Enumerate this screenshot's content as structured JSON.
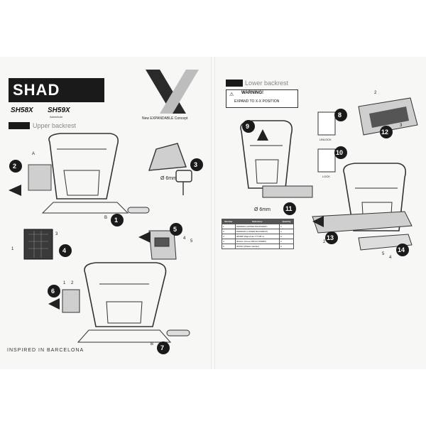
{
  "brand": {
    "logo": "SHAD",
    "model_a": "SH58X",
    "model_b": "SH59X",
    "model_b_sub": "Adventure",
    "concept": "New EXPANDABLE Concept"
  },
  "sections": {
    "upper": "Upper backrest",
    "lower": "Lower backrest"
  },
  "warning": {
    "title": "WARNING!",
    "text": "EXPAND TO X-X POSITION"
  },
  "dimensions": {
    "d1": "Ø 6mm",
    "d2": "Ø 6mm"
  },
  "locks": {
    "unlock": "UNLOCK",
    "lock": "LOCK"
  },
  "footer": "INSPIRED IN BARCELONA",
  "steps": [
    "1",
    "2",
    "3",
    "4",
    "5",
    "6",
    "7",
    "8",
    "9",
    "10",
    "11",
    "12",
    "13",
    "14"
  ],
  "callouts": {
    "A": "A",
    "B": "B",
    "n1": "1",
    "n2": "2",
    "n3": "3",
    "n4": "4",
    "n5": "5"
  },
  "parts_table": {
    "headers": [
      "Number",
      "Reference",
      "Quantity"
    ],
    "rows": [
      [
        "1",
        "D0RI0010 (UPPER BACKREST)",
        "1"
      ],
      [
        "2",
        "D0RI0020 (LOWER BACKREST)",
        "1"
      ],
      [
        "3",
        "300068 (Rapid Nut T/T M5-1)",
        "6"
      ],
      [
        "4",
        "304141 (Screw M5x10 DIN965)",
        "6"
      ],
      [
        "5",
        "304314 (Plastic washer)",
        "6"
      ]
    ]
  }
}
